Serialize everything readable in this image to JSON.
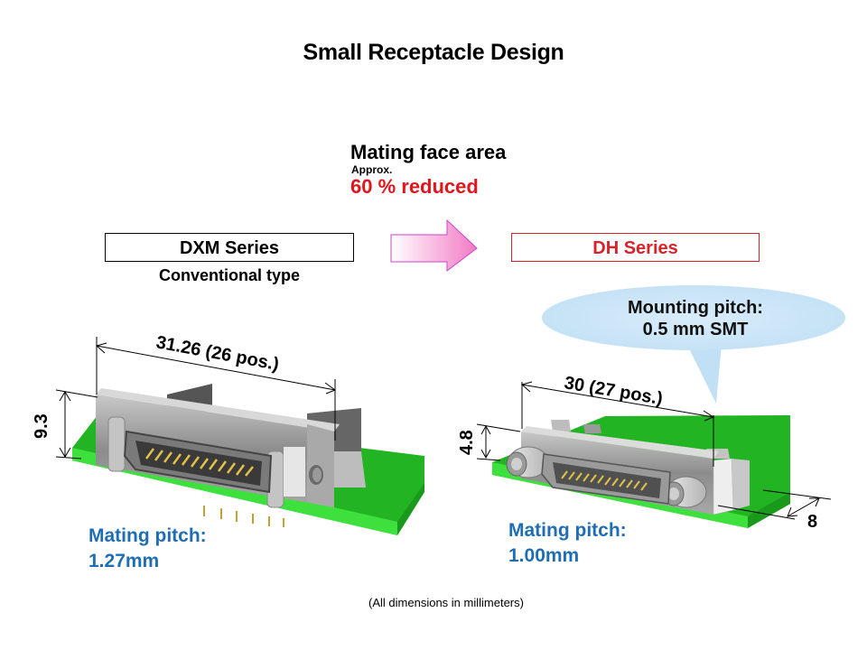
{
  "title": "Small Receptacle Design",
  "comparison": {
    "heading": "Mating face area",
    "qualifier": "Approx.",
    "result": "60 % reduced",
    "result_color": "#e0161d",
    "arrow_icon": "right-arrow-icon"
  },
  "left": {
    "series_label": "DXM Series",
    "subtitle": "Conventional type",
    "width_dimension": "31.26 (26 pos.)",
    "height_dimension": "9.3",
    "mating_pitch_label": "Mating pitch:",
    "mating_pitch_value": "1.27mm"
  },
  "right": {
    "series_label": "DH Series",
    "series_color": "#d8232a",
    "width_dimension": "30 (27 pos.)",
    "height_dimension": "4.8",
    "depth_dimension": "8",
    "callout_line1": "Mounting pitch:",
    "callout_line2": "0.5 mm SMT",
    "mating_pitch_label": "Mating pitch:",
    "mating_pitch_value": "1.00mm"
  },
  "footnote": "(All dimensions in millimeters)",
  "accent_blue": "#1f6eb4"
}
